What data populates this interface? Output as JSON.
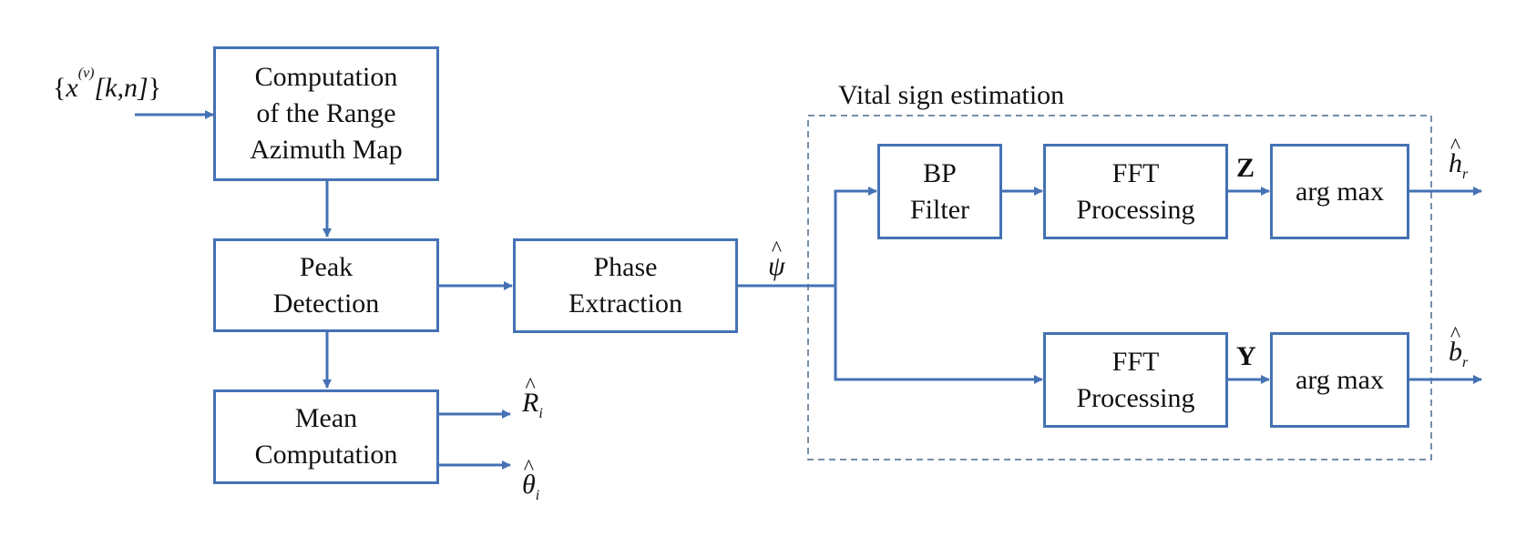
{
  "input_signal": {
    "lbrace": "{",
    "x": "x",
    "sup": "(v)",
    "bracket": "[k,n]",
    "rbrace": "}"
  },
  "blocks": {
    "range_azimuth": [
      "Computation",
      "of the Range",
      "Azimuth Map"
    ],
    "peak_detection": [
      "Peak",
      "Detection"
    ],
    "mean_computation": [
      "Mean",
      "Computation"
    ],
    "phase_extraction": [
      "Phase",
      "Extraction"
    ],
    "bp_filter": [
      "BP",
      "Filter"
    ],
    "fft_top": [
      "FFT",
      "Processing"
    ],
    "fft_bottom": [
      "FFT",
      "Processing"
    ],
    "argmax_top": "arg max",
    "argmax_bottom": "arg max"
  },
  "group_title": "Vital sign estimation",
  "signals": {
    "psi": {
      "symbol": "ψ",
      "accent": "^"
    },
    "z": "Z",
    "y": "Y",
    "hr": {
      "symbol": "h",
      "sub": "r",
      "accent": "^"
    },
    "br": {
      "symbol": "b",
      "sub": "r",
      "accent": "^"
    },
    "Ri": {
      "symbol": "R",
      "sub": "i",
      "accent": "^"
    },
    "thetai": {
      "symbol": "θ",
      "sub": "i",
      "accent": "^"
    }
  },
  "colors": {
    "line": "#4472b4",
    "dashed": "#4a6a8c",
    "text": "#111111"
  }
}
